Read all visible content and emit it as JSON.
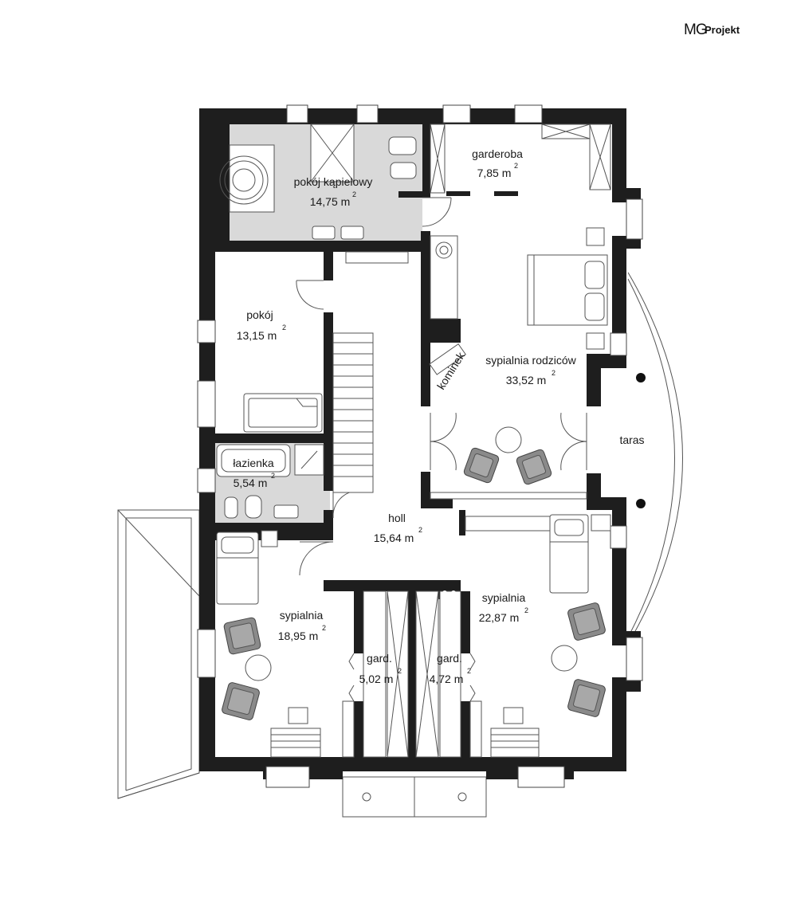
{
  "logo": {
    "brand": "MG",
    "suffix": "Projekt"
  },
  "rooms": [
    {
      "name": "pokój kąpielowy",
      "area": "14,75 m",
      "unit_exp": "2"
    },
    {
      "name": "garderoba",
      "area": "7,85 m",
      "unit_exp": "2"
    },
    {
      "name": "pokój",
      "area": "13,15 m",
      "unit_exp": "2"
    },
    {
      "name": "sypialnia rodziców",
      "area": "33,52 m",
      "unit_exp": "2"
    },
    {
      "name": "łazienka",
      "area": "5,54 m",
      "unit_exp": "2"
    },
    {
      "name": "holl",
      "area": "15,64 m",
      "unit_exp": "2"
    },
    {
      "name": "sypialnia",
      "area": "18,95 m",
      "unit_exp": "2"
    },
    {
      "name": "gard.",
      "area": "5,02 m",
      "unit_exp": "2"
    },
    {
      "name": "gard.",
      "area": "4,72 m",
      "unit_exp": "2"
    },
    {
      "name": "sypialnia",
      "area": "22,87 m",
      "unit_exp": "2"
    }
  ],
  "labels": {
    "terrace": "taras",
    "fireplace": "kominek"
  },
  "colors": {
    "walls": "#1e1e1e",
    "wet_rooms": "#d9d9d9",
    "armchairs": "#8a8a8a"
  }
}
